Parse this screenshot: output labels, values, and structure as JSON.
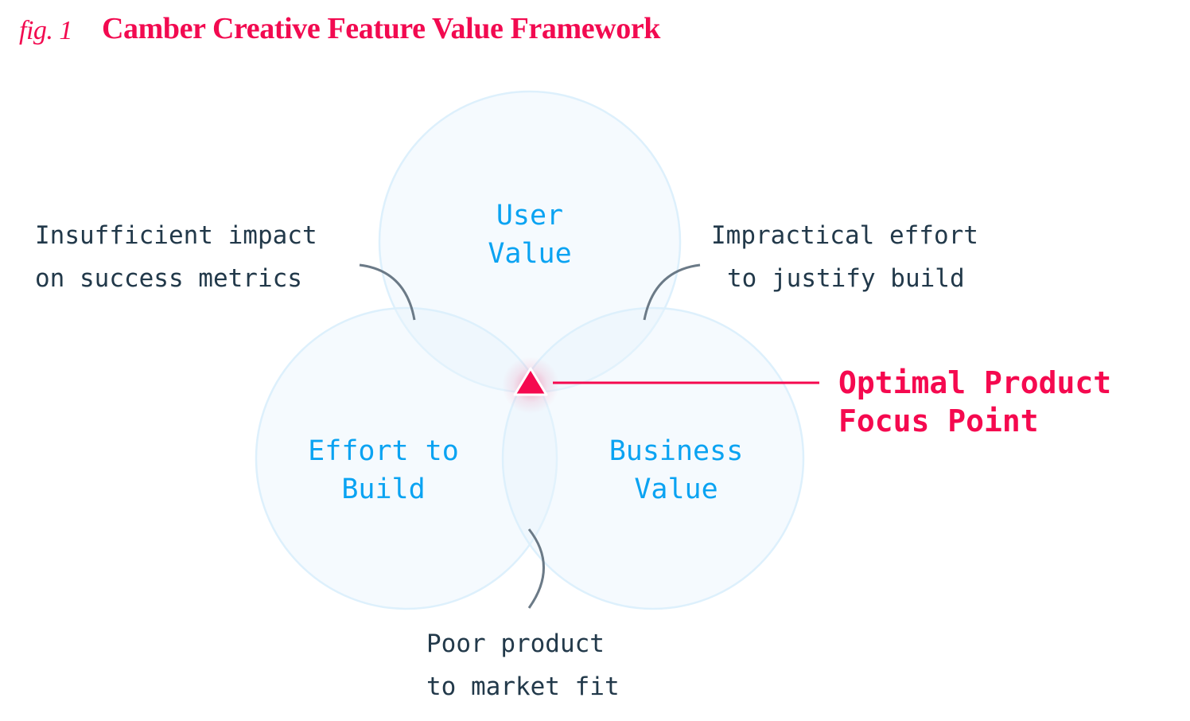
{
  "figure": {
    "number_label": "fig. 1",
    "title": "Camber Creative Feature Value Framework"
  },
  "circles": [
    {
      "id": "user-value",
      "label_lines": [
        "User",
        "Value"
      ]
    },
    {
      "id": "effort-to-build",
      "label_lines": [
        "Effort to",
        "Build"
      ]
    },
    {
      "id": "business-value",
      "label_lines": [
        "Business",
        "Value"
      ]
    }
  ],
  "annotations": {
    "user_effort_overlap": {
      "lines": [
        "Insufficient impact",
        "on success metrics"
      ]
    },
    "user_business_overlap": {
      "lines": [
        "Impractical effort",
        "to justify build"
      ]
    },
    "effort_business_overlap": {
      "lines": [
        "Poor product",
        "to market fit"
      ]
    }
  },
  "focus_point": {
    "marker": "triangle-icon",
    "lines": [
      "Optimal Product",
      "Focus Point"
    ]
  },
  "colors": {
    "accent_pink": "#f5094f",
    "label_blue": "#0aa3f2",
    "text_dark": "#22394a",
    "leader_gray": "#6b7a87",
    "circle_stroke": "#ddf0fc",
    "circle_fill": "#f5fafe"
  }
}
